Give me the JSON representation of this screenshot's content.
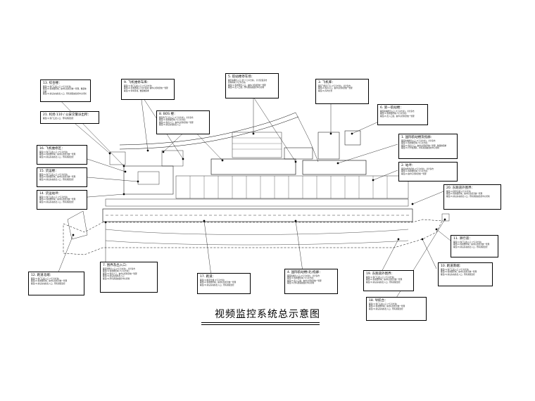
{
  "title": "视频监控系统总示意图",
  "callouts": [
    {
      "id": "c13",
      "title": "13. 综合楼：",
      "body": "覆盖(1) 各门口出入口 (7万平方米)\n覆盖(2) 各重要区域，由中心监控室统一管理，数量依需求\n覆盖(3) 前后左右各出入口，所有通道由监控中心控制"
    },
    {
      "id": "c9",
      "title": "9. 飞机维修车库：",
      "body": "覆盖(1) 各门口出入口 (7万平方米)\n覆盖(2) 主要通道口 (共计多处) 由中心控制室统一管理\n覆盖(3) 停车区域，数量依需求"
    },
    {
      "id": "c5",
      "title": "5. 航站楼停车场：",
      "body": "覆盖车辆出入口 (约 7 万平方米)，共计安装多台\n停车场内 (7万平方米)\n覆盖(1) 各重要出入口，由中心控制室统一管理\n覆盖(2) 出入口处，所有通道由监控中心控制"
    },
    {
      "id": "c3",
      "title": "3. 飞机库：",
      "body": "覆盖飞机库门口 (7万平方米)，共计多台\n覆盖(2) 各出入口，由中心控制室统一管理\n覆盖(3) 库内全景"
    },
    {
      "id": "c21",
      "title": "21. 机场 110 / 公安交警派出所：",
      "body": "覆盖(1) 各门口出入口，所有通道监控"
    },
    {
      "id": "c8",
      "title": "8. BOS 楼：",
      "body": "覆盖各门口出入口 (7万平方米)，共计多台\n覆盖(1) 各重要区域 (7万平方米)\n覆盖(2) 各出入口，由中心控制室统一管理\n覆盖(3) 前后左右各出入口"
    },
    {
      "id": "c6",
      "title": "6. 第一航站楼：",
      "body": "覆盖航站楼出入口 (7万平方米)，共计多台\n覆盖(1) 各重要区域 (7万平方米)\n覆盖(2) 出入口处，由中心控制室统一管理"
    },
    {
      "id": "c16",
      "title": "16. 飞机维修区：",
      "body": "覆盖(1) 各门口出入口 (7万平方米)\n覆盖(2) 各重要区域，由中心监控室统一管理\n覆盖(3) 前后左右各出入口，所有通道监控"
    },
    {
      "id": "c1",
      "title": "1. 国际航站楼及指廊：",
      "body": "覆盖航站楼出入口 (7万平方米)，共计多台\n覆盖(1) 各重要区域 (7万平方米)\n覆盖(2) 各出入口，由中心控制室统一管理，数量依需求\n覆盖(3) 行李处理区，所有通道由监控中心控制"
    },
    {
      "id": "c15",
      "title": "15. 货运楼：",
      "body": "覆盖(1) 各门口出入口 (7万平方米)\n覆盖(2) 各重要区域，由中心监控室统一管理\n覆盖(3) 前后左右各出入口，所有通道监控"
    },
    {
      "id": "c2",
      "title": "2. 站坪：",
      "body": "覆盖站坪各机位 (7万平方米)，共计多台\n覆盖(1) 各重要区域 (7万平方米)\n覆盖(2) 由中心控制室统一管理"
    },
    {
      "id": "c14",
      "title": "14. 货运站坪：",
      "body": "覆盖(1) 各门口出入口 (7万平方米)\n覆盖(2) 各重要区域，由中心监控室统一管理\n覆盖(3) 前后左右各出入口，所有通道监控"
    },
    {
      "id": "c20",
      "title": "20. 东跑道外围界：",
      "body": "覆盖(1) 围界全线 (7万平方米)\n覆盖(2) 各重要区域，由中心监控室统一管理\n覆盖(3) 前后左右各出入口，所有通道由监控中心控制"
    },
    {
      "id": "c11",
      "title": "11. 滑行道：",
      "body": "覆盖(1) 各门口出入口 (7万平方米)\n覆盖(2) 各重要区域，由中心监控室统一管理\n覆盖(3) 前后左右各出入口，所有通道监控"
    },
    {
      "id": "c10",
      "title": "10. 跑道南端：",
      "body": "覆盖(1) 各门口出入口 (7万平方米)\n覆盖(2) 各重要区域，由中心监控室统一管理\n覆盖(3) 前后左右各出入口，所有通道监控"
    },
    {
      "id": "c12",
      "title": "12. 跑道北端：",
      "body": "覆盖(1) 各门口出入口 (7万平方米)\n覆盖(2) 各重要区域，由中心监控室统一管理\n覆盖(3) 前后左右各出入口，所有通道监控"
    },
    {
      "id": "c7",
      "title": "7. 围界及出入口：",
      "body": "覆盖围界出入口 (7万平方米)，共计多台\n覆盖(1) 各重要区域 (7万平方米)\n覆盖(2) 各出入口，由中心控制室统一管理\n覆盖(3) 前后左右各出入口\n覆盖(4) 所有通道由监控中心控制"
    },
    {
      "id": "c17",
      "title": "17. 跑道：",
      "body": "覆盖(1) 跑道全线 (7万平方米)\n覆盖(2) 各重要区域，由中心监控室统一管理\n覆盖(3) 前后左右各出入口，所有通道监控"
    },
    {
      "id": "c4",
      "title": "4. 国际航站楼(北)指廊：",
      "body": "覆盖指廊出入口 (7万平方米)，共计多台\n覆盖(1) 各重要区域 (7万平方米)\n覆盖(2) 出入口处，由中心控制室统一管理\n覆盖(3) 所有通道由监控中心控制"
    },
    {
      "id": "c19",
      "title": "19. 东跑道外围界：",
      "body": "覆盖(1) 各门口出入口 (7万平方米)\n覆盖(2) 各重要区域，由中心监控室统一管理\n覆盖(3) 前后左右各出入口，所有通道监控"
    },
    {
      "id": "c18",
      "title": "18. 导航台：",
      "body": "覆盖(1) 各门口出入口 (7万平方米)\n覆盖(2) 各重要区域，由中心监控室统一管理\n覆盖(3) 前后左右各出入口，所有通道监控"
    }
  ]
}
